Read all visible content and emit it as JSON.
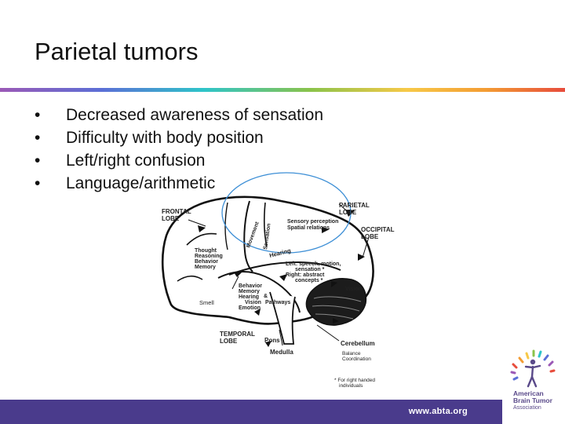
{
  "slide": {
    "title": "Parietal tumors",
    "bullets": [
      "Decreased awareness of sensation",
      "Difficulty with body position",
      "Left/right confusion",
      "Language/arithmetic"
    ]
  },
  "diagram": {
    "labels": {
      "frontal_lobe_1": "FRONTAL",
      "frontal_lobe_2": "LOBE",
      "parietal_lobe_1": "PARIETAL",
      "parietal_lobe_2": "LOBE",
      "occipital_lobe_1": "OCCIPITAL",
      "occipital_lobe_2": "LOBE",
      "temporal_lobe_1": "TEMPORAL",
      "temporal_lobe_2": "LOBE",
      "movement": "Movement",
      "sensation": "Sensation",
      "sensory_perception": "Sensory perception",
      "spatial_relations": "Spatial relations",
      "hearing_arc": "Hearing",
      "thought": "Thought",
      "reasoning": "Reasoning",
      "behavior_front": "Behavior",
      "memory_front": "Memory",
      "left_speech": "Left: speech, motion,",
      "left_sensation": "sensation *",
      "right_abstract": "Right: abstract",
      "right_concepts": "concepts *",
      "vision": "Vision",
      "behavior_temp": "Behavior",
      "memory_temp": "Memory",
      "hearing_temp": "Hearing",
      "and_sign": "&",
      "vision_temp": "Vision",
      "pathways": "Pathways",
      "emotion": "Emotion",
      "smell": "Smell",
      "pons": "Pons",
      "medulla": "Medulla",
      "cerebellum": "Cerebellum",
      "balance": "Balance",
      "coordination": "Coordination",
      "footnote_1": "* For right handed",
      "footnote_2": "individuals"
    }
  },
  "footer": {
    "url": "www.abta.org",
    "logo": {
      "line1": "American",
      "line2": "Brain Tumor",
      "line3": "Association"
    }
  },
  "colors": {
    "accent_gradient": [
      "#9b59b6",
      "#5b6fd6",
      "#2ec4c9",
      "#8bc34a",
      "#f7c948",
      "#f39c33",
      "#e74c3c"
    ],
    "footer_bar": "#4a3b8c",
    "highlight_circle": "#3d8fd6"
  }
}
